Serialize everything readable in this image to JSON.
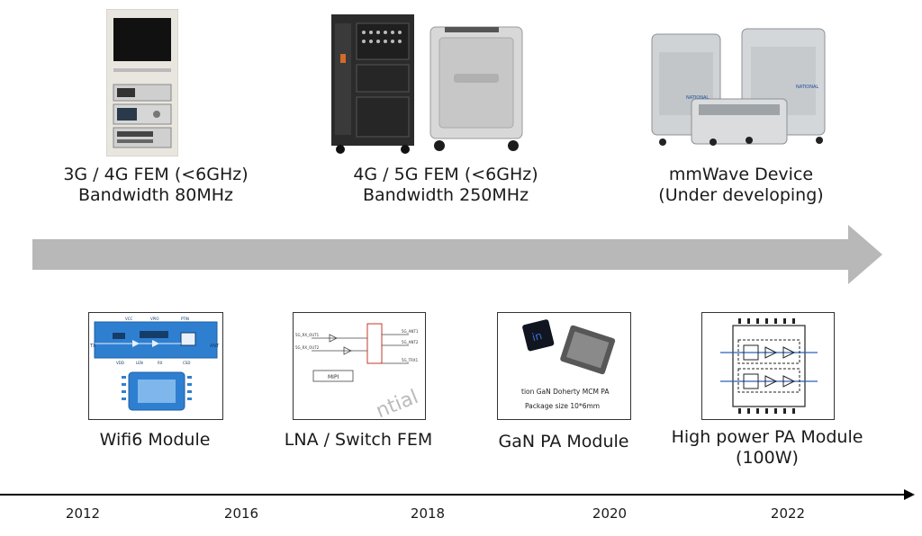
{
  "equipment": [
    {
      "line1": "3G / 4G FEM (<6GHz)",
      "line2": "Bandwidth 80MHz"
    },
    {
      "line1": "4G / 5G FEM (<6GHz)",
      "line2": "Bandwidth 250MHz"
    },
    {
      "line1": "mmWave Device",
      "line2": "(Under developing)"
    }
  ],
  "modules": [
    {
      "line1": "Wifi6 Module",
      "line2": ""
    },
    {
      "line1": "LNA / Switch FEM",
      "line2": ""
    },
    {
      "line1": "GaN PA Module",
      "line2": ""
    },
    {
      "line1": "High power PA Module",
      "line2": "(100W)"
    }
  ],
  "gan_pa_image": {
    "text1": "tion GaN Doherty MCM PA",
    "text2": "Package size 10*6mm",
    "logo": "in"
  },
  "wifi6_image": {
    "pin_tx": "TX",
    "pin_ant": "ANT",
    "pin_top": [
      "VCC",
      "VPIO",
      "PTIN"
    ],
    "pin_bottom": [
      "VDD",
      "LEN",
      "RX",
      "CSD"
    ]
  },
  "lna_image": {
    "ports_left": [
      "5G_RX_OUT1",
      "5G_RX_OUT2"
    ],
    "ports_right": [
      "5G_ANT1",
      "5G_ANT2",
      "5G_TRX1"
    ],
    "mipi_label": "MIPI",
    "watermark": "ntial"
  },
  "timeline_years": [
    "2012",
    "2016",
    "2018",
    "2020",
    "2022"
  ],
  "colors": {
    "big_arrow": "#b8b8b8",
    "timeline": "#000000",
    "chip_blue": "#2f7fd1"
  }
}
